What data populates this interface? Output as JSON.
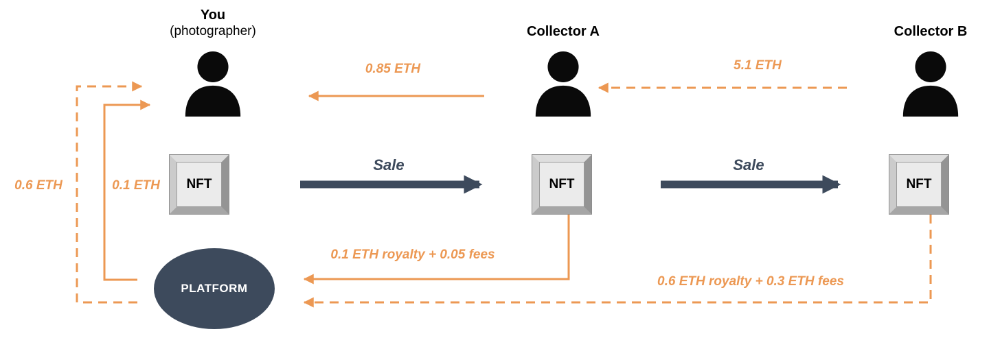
{
  "colors": {
    "orange": "#EC9853",
    "slate": "#3D4A5C",
    "nft_fill": "#EBEBEB"
  },
  "actors": {
    "you": {
      "name": "You",
      "subtitle": "(photographer)"
    },
    "collector_a": {
      "name": "Collector A"
    },
    "collector_b": {
      "name": "Collector B"
    }
  },
  "nft": {
    "label": "NFT"
  },
  "platform": {
    "label": "PLATFORM"
  },
  "sale": {
    "label": "Sale"
  },
  "payments": {
    "a_to_you": "0.85 ETH",
    "b_to_a": "5.1 ETH",
    "platform_to_you_dashed": "0.6 ETH",
    "platform_to_you_solid": "0.1 ETH",
    "a_sale_fees": "0.1 ETH royalty + 0.05 fees",
    "b_sale_fees": "0.6 ETH royalty + 0.3 ETH fees"
  }
}
